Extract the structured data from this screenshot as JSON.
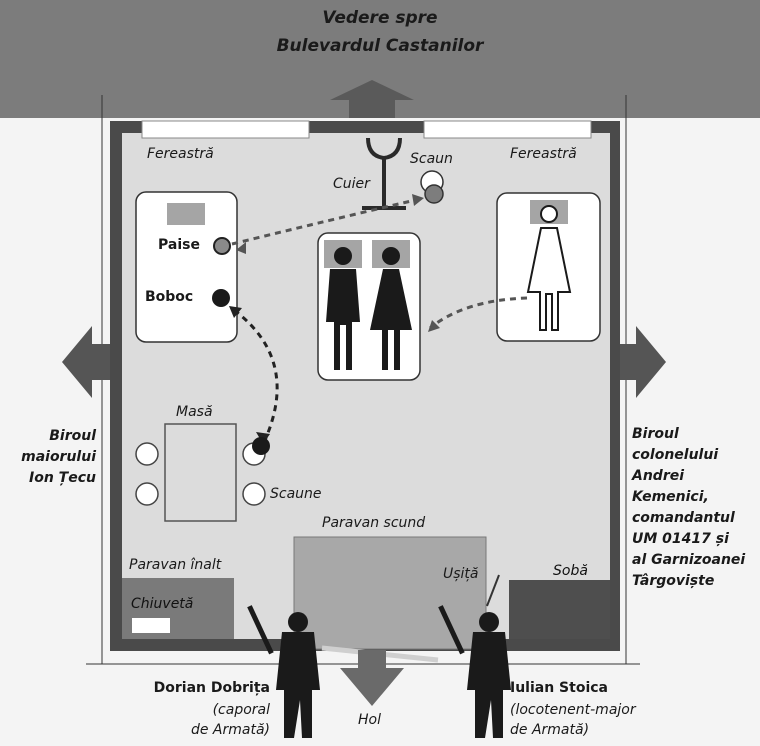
{
  "title": {
    "line1": "Vedere spre",
    "line2": "Bulevardul Castanilor"
  },
  "room": {
    "window_left": "Fereastră",
    "window_right": "Fereastră",
    "hanger": "Cuier",
    "chair": "Scaun",
    "table": "Masă",
    "chairs": "Scaune",
    "low_screen": "Paravan scund",
    "high_screen": "Paravan înalt",
    "sink": "Chiuvetă",
    "door": "Ușiță",
    "stove": "Sobă"
  },
  "people": {
    "paise": "Paise",
    "boboc": "Boboc"
  },
  "left_office": {
    "lines": [
      "Biroul",
      "maiorului",
      "Ion Țecu"
    ]
  },
  "right_office": {
    "lines": [
      "Biroul",
      "colonelului",
      "Andrei",
      "Kemenici,",
      "comandantul",
      "UM 01417 și",
      "al Garnizoanei",
      "Târgoviște"
    ]
  },
  "hall": "Hol",
  "soldier_left": {
    "name": "Dorian Dobrița",
    "rank1": "(caporal",
    "rank2": "de Armată)"
  },
  "soldier_right": {
    "name": "Iulian Stoica",
    "rank1": "(locotenent-major",
    "rank2": "de Armată)"
  },
  "colors": {
    "dark": "#6b6b6b",
    "wall": "#4a4a4a",
    "floor": "#dcdcdc",
    "grey": "#9a9a9a",
    "ink": "#1a1a1a"
  }
}
